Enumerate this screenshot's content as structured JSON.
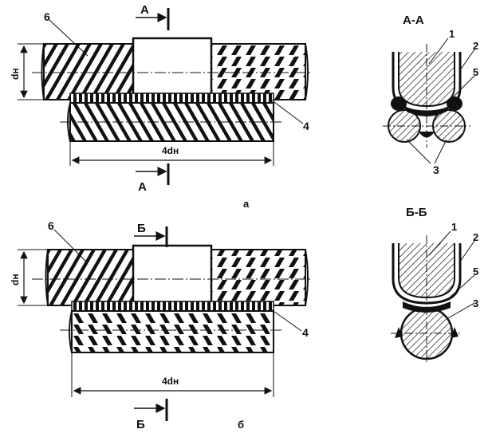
{
  "labels": {
    "a": {
      "cut_top": "А",
      "cut_bottom": "А",
      "dim_vertical": "dн",
      "dim_horizontal": "4dн",
      "callout_6": "6",
      "callout_4": "4",
      "sub_label": "а"
    },
    "b": {
      "cut_top": "Б",
      "cut_bottom": "Б",
      "dim_vertical": "dн",
      "dim_horizontal": "4dн",
      "callout_6": "6",
      "callout_4": "4",
      "sub_label": "б"
    },
    "section_a": {
      "title": "А-А",
      "n1": "1",
      "n2": "2",
      "n5": "5",
      "n3": "3"
    },
    "section_b": {
      "title": "Б-Б",
      "n1": "1",
      "n2": "2",
      "n5": "5",
      "n3": "3"
    }
  }
}
